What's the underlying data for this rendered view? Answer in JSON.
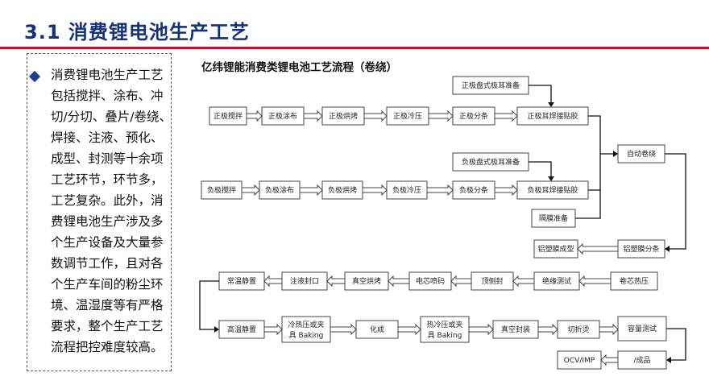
{
  "header": {
    "title": "3.1  消费锂电池生产工艺"
  },
  "intro": {
    "text": "消费锂电池生产工艺包括搅拌、涂布、冲切/分切、叠片/卷绕、焊接、注液、预化、成型、封测等十余项工艺环节，环节多，工艺复杂。此外，消费锂电池生产涉及多个生产设备及大量参数调节工作，且对各个生产车间的粉尘环境、温湿度等有严格要求，整个生产工艺流程把控难度较高。"
  },
  "flow": {
    "title": "亿纬锂能消费类锂电池工艺流程（卷绕）",
    "steps": {
      "pos_stir": "正极搅拌",
      "pos_coat": "正极涂布",
      "pos_bake": "正极烘烤",
      "pos_cold_press": "正极冷压",
      "pos_slit": "正极分条",
      "pos_tab_prep": "正极盘式极耳准备",
      "pos_tab_weld": "正极耳焊接贴胶",
      "neg_stir": "负极搅拌",
      "neg_coat": "负极涂布",
      "neg_bake": "负极烘烤",
      "neg_cold_press": "负极冷压",
      "neg_slit": "负极分条",
      "neg_tab_prep": "负极盘式极耳准备",
      "neg_tab_weld": "负极耳焊接贴胶",
      "separator_prep": "隔膜准备",
      "auto_wind": "自动卷绕",
      "alu_film_slit": "铝塑膜分条",
      "alu_film_form": "铝塑膜成型",
      "core_hot_press": "卷芯热压",
      "insulation_test": "绝缘测试",
      "top_side_seal": "顶侧封",
      "cell_spray": "电芯喷码",
      "vacuum_bake": "真空烘烤",
      "fill_seal": "注液封口",
      "room_temp_rest": "常温静置",
      "high_temp_rest": "高温静置",
      "cold_hot_press_1": "冷热压或夹",
      "cold_hot_press_2": "具 Baking",
      "formation": "化成",
      "hot_press_1": "热冷压或夹",
      "hot_press_2": "具 Baking",
      "vacuum_seal": "真空封装",
      "cut_fold": "切折烫",
      "capacity_test": "容量测试",
      "ocv_imp": "OCV/IMP",
      "final_inspect": "/成品"
    }
  }
}
